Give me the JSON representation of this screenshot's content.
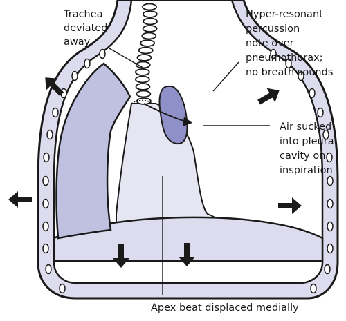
{
  "labels": {
    "trachea": [
      "Trachea",
      "deviated",
      "away"
    ],
    "percussion": [
      "Hyper-resonant",
      "percussion",
      "note over",
      "pneumothorax;",
      "no breath sounds"
    ],
    "air": [
      "Air sucked",
      "into pleural",
      "cavity on",
      "inspiration"
    ],
    "apex": "Apex beat displaced medially"
  },
  "colors": {
    "outline": "#1a1a1a",
    "chest_wall": "#dcdcee",
    "mediastinum": "#e6e6f3",
    "left_lung": "#c0c0e0",
    "collapsed_lung": "#9090c8",
    "trachea": "#ffffff"
  },
  "icons": [
    "arrow-icon"
  ]
}
